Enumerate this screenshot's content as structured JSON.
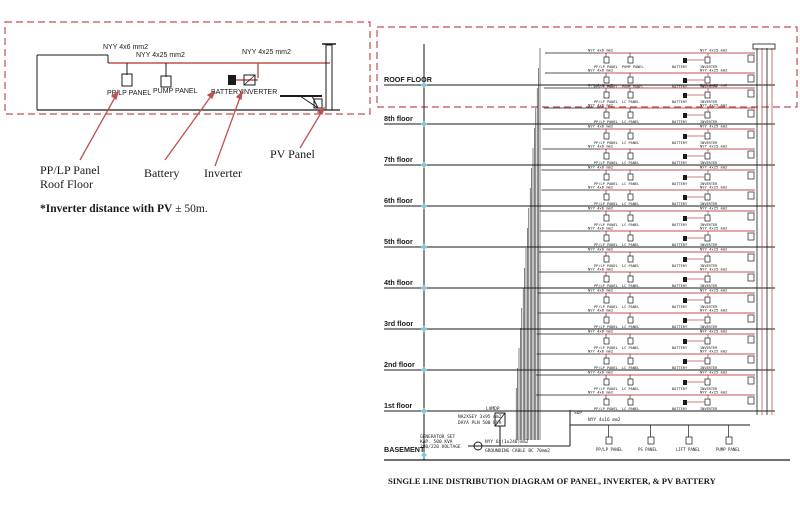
{
  "detail": {
    "cables": [
      "NYY 4x6 mm2",
      "NYY 4x25 mm2",
      "NYY 4x25 mm2"
    ],
    "panel_labels": [
      "PP/LP PANEL",
      "PUMP PANEL",
      "BATTERY",
      "INVERTER"
    ],
    "callouts": {
      "pplp_line1": "PP/LP Panel",
      "pplp_line2": "Roof Floor",
      "battery": "Battery",
      "inverter": "Inverter",
      "pv": "PV Panel"
    },
    "note_prefix": "*Inverter distance with PV",
    "note_suffix": " ± 50m."
  },
  "riser": {
    "floors": [
      "ROOF FLOOR",
      "8th floor",
      "7th floor",
      "6th floor",
      "5th floor",
      "4th floor",
      "3rd floor",
      "2nd floor",
      "1st floor",
      "BASEMENT"
    ],
    "small": {
      "cable_a": "NYY 4x6 mm2",
      "cable_b": "NYY 4x25 mm2",
      "pplp": "PP/LP PANEL",
      "pump": "PUMP PANEL",
      "lc": "LC PANEL",
      "battery": "BATTERY",
      "inverter": "INVERTER",
      "genset_1": "GENERATOR SET",
      "genset_2": "KAP. 500 KVA",
      "genset_3": "380/220 VOLTAGE",
      "trafo_1": "NA2XSEY 3x95 mm2",
      "trafo_2": "DAYA PLN 500 KVA",
      "lvmdp": "LVMDP",
      "feeder": "NYY 6x(1x240)mm2",
      "ground": "GROUNDING CABLE BC 70mm2",
      "sdp": "SDP",
      "basement_cable": "NYY 4x16 mm2",
      "basement_panels": [
        "PP/LP PANEL",
        "PS PANEL",
        "LIFT PANEL",
        "PUMP PANEL"
      ]
    }
  },
  "caption": "SINGLE LINE DISTRIBUTION DIAGRAM OF PANEL, INVERTER, & PV BATTERY",
  "colors": {
    "dashed_box": "#c0504d",
    "pv_line": "#c0504d",
    "floor_marker": "#7ec8e3",
    "ink": "#1a1a1a"
  }
}
